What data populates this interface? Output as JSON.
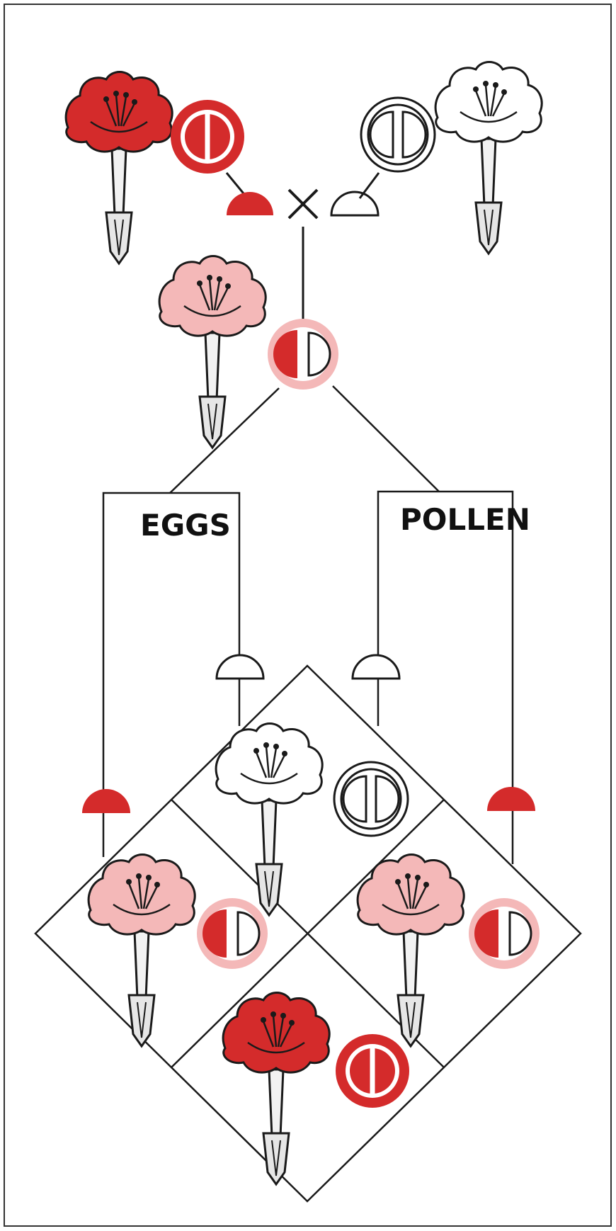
{
  "labels": {
    "cross_symbol": "×",
    "eggs": "EGGS",
    "pollen": "POLLEN"
  },
  "colors": {
    "red": "#d42b2b",
    "pink": "#f4b8b8",
    "white": "#ffffff",
    "ink": "#1a1a1a",
    "frame": "#333333"
  },
  "diagram": {
    "parents": [
      {
        "flower_color": "red",
        "genotype": "red-red",
        "gamete": "red"
      },
      {
        "flower_color": "white",
        "genotype": "white-white",
        "gamete": "white"
      }
    ],
    "f1": {
      "flower_color": "pink",
      "genotype": "red-white"
    },
    "eggs_gametes": [
      "white",
      "red"
    ],
    "pollen_gametes": [
      "white",
      "red"
    ],
    "f2": [
      {
        "cell": "top",
        "flower_color": "white",
        "genotype": "white-white"
      },
      {
        "cell": "left",
        "flower_color": "pink",
        "genotype": "red-white"
      },
      {
        "cell": "right",
        "flower_color": "pink",
        "genotype": "red-white"
      },
      {
        "cell": "bottom",
        "flower_color": "red",
        "genotype": "red-red"
      }
    ]
  }
}
